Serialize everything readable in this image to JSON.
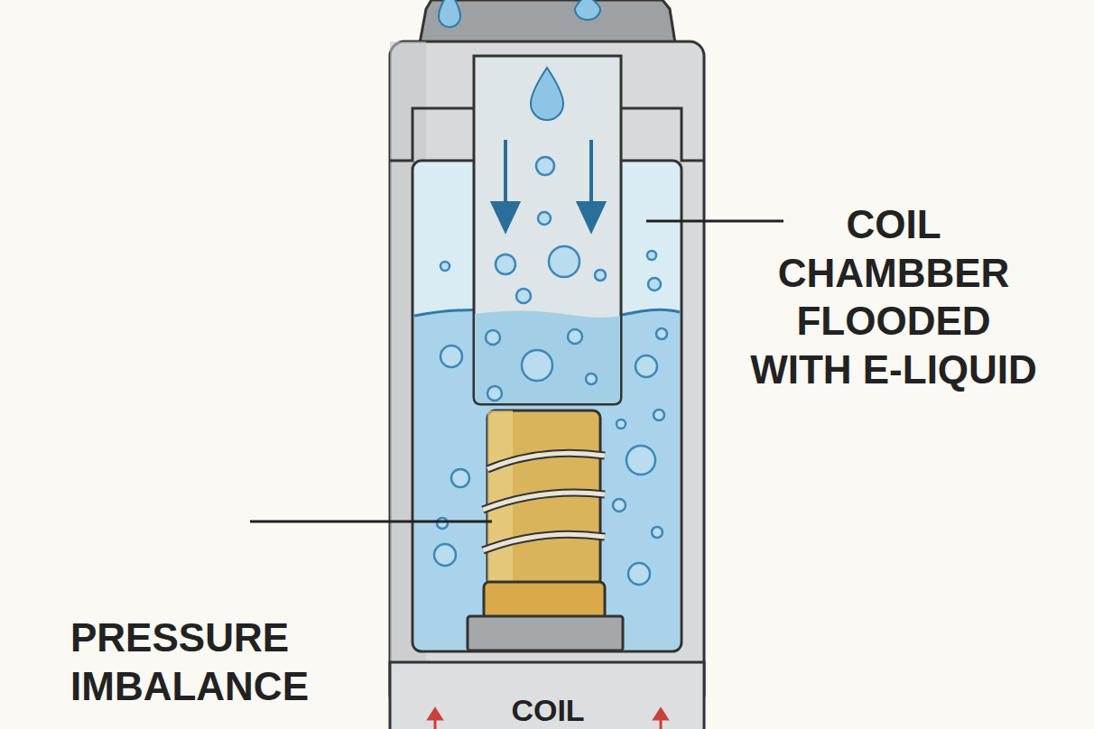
{
  "diagram": {
    "labels": [
      "COIL CHAMBBER FLOODED WITH E-LIQUID",
      "PRESSURE IMBALANCE",
      "COIL"
    ]
  }
}
